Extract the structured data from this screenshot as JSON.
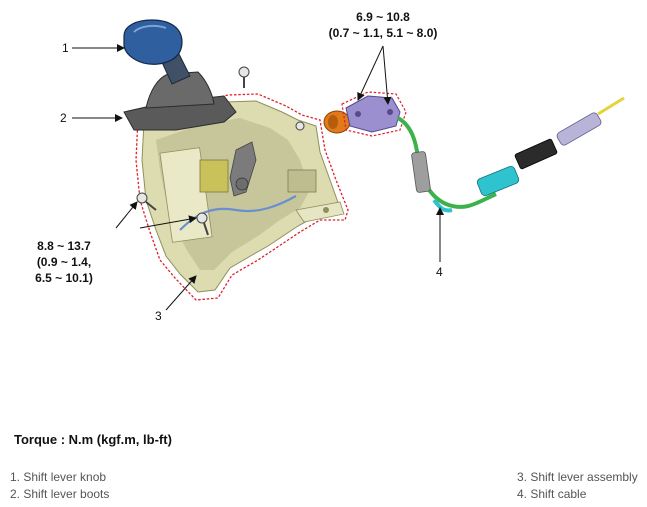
{
  "callouts": {
    "c1": "1",
    "c2": "2",
    "c3": "3",
    "c4": "4"
  },
  "torque_top": {
    "line1": "6.9 ~ 10.8",
    "line2": "(0.7 ~ 1.1, 5.1 ~ 8.0)"
  },
  "torque_left": {
    "line1": "8.8 ~ 13.7",
    "line2": "(0.9 ~ 1.4,",
    "line3": "6.5 ~ 10.1)"
  },
  "torque_heading": "Torque : N.m (kgf.m, lb-ft)",
  "legend": [
    "1. Shift lever knob",
    "2. Shift lever boots",
    "3. Shift lever assembly",
    "4. Shift cable"
  ],
  "colors": {
    "knob": "#2f5f9e",
    "boot": "#5a5a5a",
    "housing": "#dcdcb0",
    "outline": "#e0202a",
    "grommet": "#e07a1a",
    "bracket": "#9b8fd0",
    "cable_green": "#3bb34a",
    "cable_cyan": "#2fc2cf",
    "cable_sleeve": "#b8b4d8",
    "cable_end": "#e6d23a"
  }
}
